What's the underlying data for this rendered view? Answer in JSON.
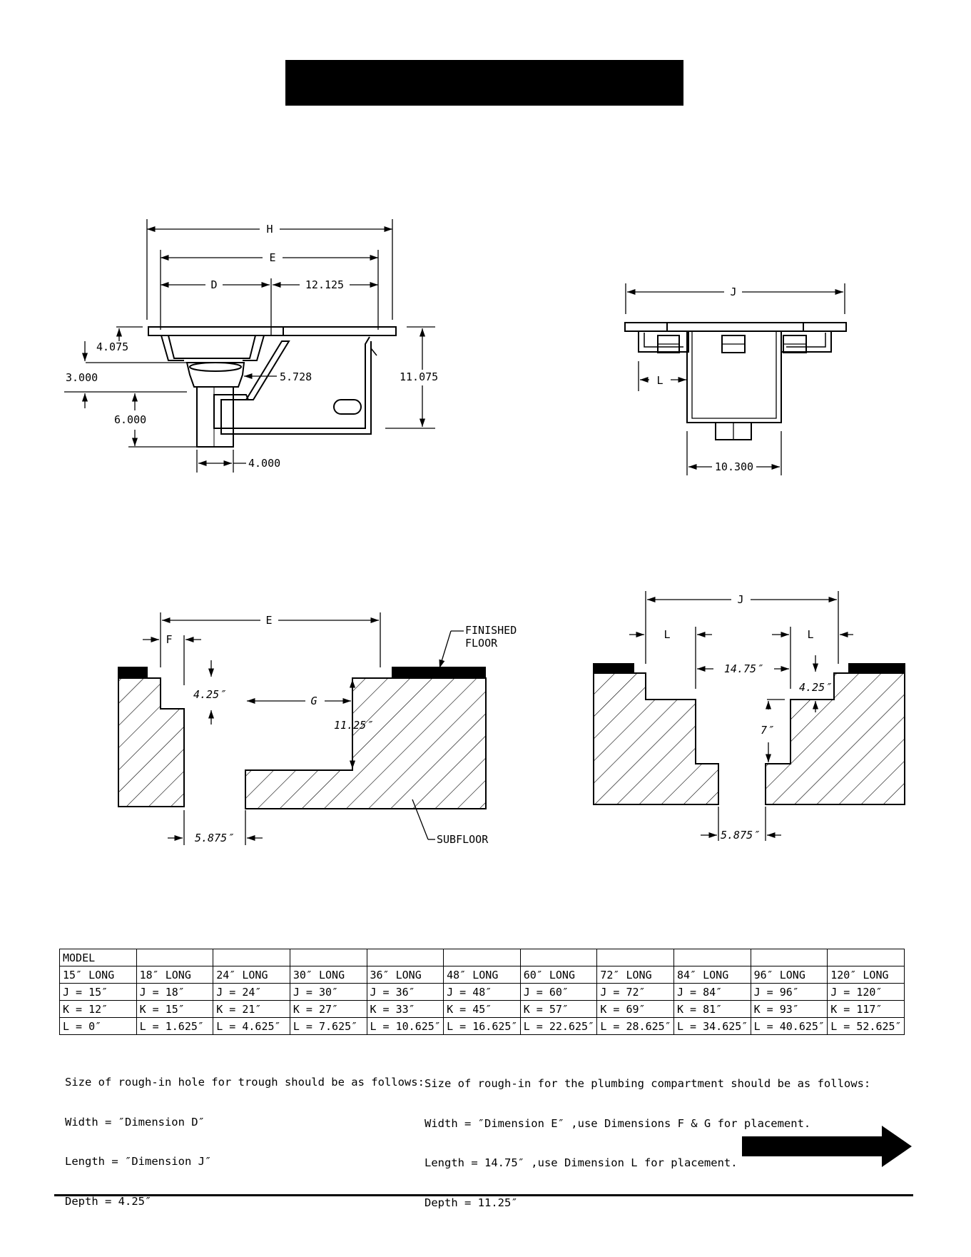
{
  "views": {
    "top_left": {
      "dims": {
        "H": "H",
        "E": "E",
        "D": "D",
        "d12": "12.125",
        "d4075": "4.075",
        "d3000": "3.000",
        "d5728": "5.728",
        "d6000": "6.000",
        "d11075": "11.075",
        "d4000": "4.000"
      }
    },
    "top_right": {
      "dims": {
        "J": "J",
        "L": "L",
        "d10300": "10.300"
      }
    },
    "bottom_left": {
      "dims": {
        "E": "E",
        "F": "F",
        "G": "G",
        "d425": "4.25″",
        "d1125": "11.25″",
        "d5875": "5.875″"
      },
      "callouts": {
        "finished_floor_1": "FINISHED",
        "finished_floor_2": "FLOOR",
        "subfloor": "SUBFLOOR"
      }
    },
    "bottom_right": {
      "dims": {
        "J": "J",
        "L1": "L",
        "L2": "L",
        "d1475": "14.75″",
        "d425": "4.25″",
        "d7": "7″",
        "d5875": "5.875″"
      }
    }
  },
  "table": {
    "header": [
      "MODEL",
      "",
      "",
      "",
      "",
      "",
      "",
      "",
      "",
      "",
      ""
    ],
    "rows": [
      [
        "15″ LONG",
        "18″ LONG",
        "24″ LONG",
        "30″ LONG",
        "36″ LONG",
        "48″ LONG",
        "60″ LONG",
        "72″ LONG",
        "84″ LONG",
        "96″ LONG",
        "120″ LONG"
      ],
      [
        "J = 15″",
        "J = 18″",
        "J = 24″",
        "J = 30″",
        "J = 36″",
        "J = 48″",
        "J = 60″",
        "J = 72″",
        "J = 84″",
        "J = 96″",
        "J = 120″"
      ],
      [
        "K = 12″",
        "K = 15″",
        "K = 21″",
        "K = 27″",
        "K = 33″",
        "K = 45″",
        "K = 57″",
        "K = 69″",
        "K = 81″",
        "K = 93″",
        "K = 117″"
      ],
      [
        "L = 0″",
        "L = 1.625″",
        "L = 4.625″",
        "L = 7.625″",
        "L = 10.625″",
        "L = 16.625″",
        "L = 22.625″",
        "L = 28.625″",
        "L = 34.625″",
        "L = 40.625″",
        "L = 52.625″"
      ]
    ]
  },
  "notes": {
    "left": [
      "Size of rough-in hole for trough should be as follows:",
      "Width = ″Dimension D″",
      "Length = ″Dimension J″",
      "Depth = 4.25″"
    ],
    "right": [
      "Size of rough-in for the plumbing compartment should be as follows:",
      "Width = ″Dimension E″ ,use Dimensions F & G for placement.",
      "Length = 14.75″ ,use Dimension L for placement.",
      "Depth = 11.25″"
    ]
  }
}
